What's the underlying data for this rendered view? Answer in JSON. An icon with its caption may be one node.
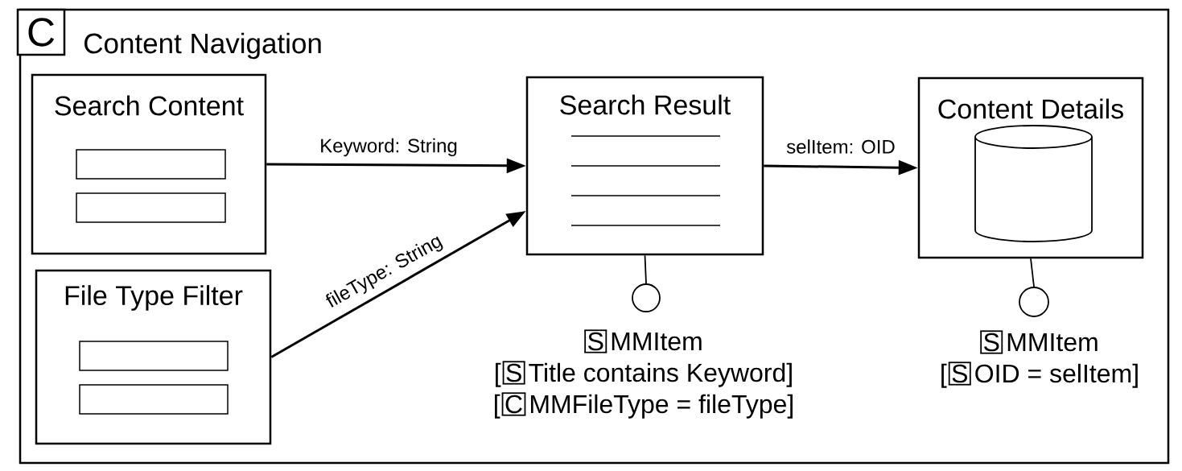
{
  "diagram": {
    "nodes": [
      {
        "text": [
          "Content Navigation"
        ]
      },
      {
        "text": [
          "C"
        ],
        "in": 0
      },
      {
        "text": [
          "Search Content"
        ],
        "in": 0
      },
      {
        "text": [
          "File Type Filter"
        ],
        "in": 0
      },
      {
        "text": [
          "Search Result"
        ],
        "in": 0
      },
      {
        "text": [
          "Content Details"
        ],
        "in": 0
      },
      {
        "text": [],
        "shape": "circle",
        "in": 0,
        "beside": [
          "S",
          "MMItem",
          "[",
          "S",
          "Title contains Keyword]",
          "[",
          "C",
          "MMFileType = fileType]"
        ]
      },
      {
        "text": [],
        "shape": "circle",
        "in": 0,
        "beside": [
          "S",
          "MMItem",
          "[",
          "S",
          "OID = selItem]"
        ]
      }
    ],
    "edges": [
      {
        "from": 2,
        "to": 4,
        "arrow": "to",
        "label": "Keyword: String"
      },
      {
        "from": 3,
        "to": 4,
        "arrow": "to",
        "label": "fileType: String"
      },
      {
        "from": 4,
        "to": 5,
        "arrow": "to",
        "label": "selItem: OID"
      },
      {
        "from": 4,
        "to": 6,
        "arrow": "none"
      },
      {
        "from": 5,
        "to": 7,
        "arrow": "none"
      }
    ]
  }
}
